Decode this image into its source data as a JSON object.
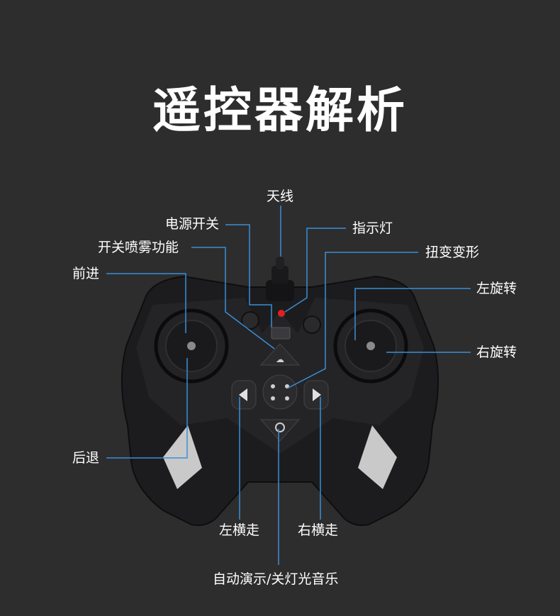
{
  "title": "遥控器解析",
  "labels": {
    "antenna": "天线",
    "power_switch": "电源开关",
    "indicator": "指示灯",
    "spray_switch": "开关喷雾功能",
    "twist": "扭变变形",
    "forward": "前进",
    "rotate_left": "左旋转",
    "rotate_right": "右旋转",
    "backward": "后退",
    "strafe_left": "左横走",
    "strafe_right": "右横走",
    "demo": "自动演示/关灯光音乐"
  },
  "colors": {
    "background": "#2d2d2d",
    "leader_line": "#3a8fd8",
    "controller_body": "#1c1c1e",
    "indicator_light": "#e02020"
  }
}
